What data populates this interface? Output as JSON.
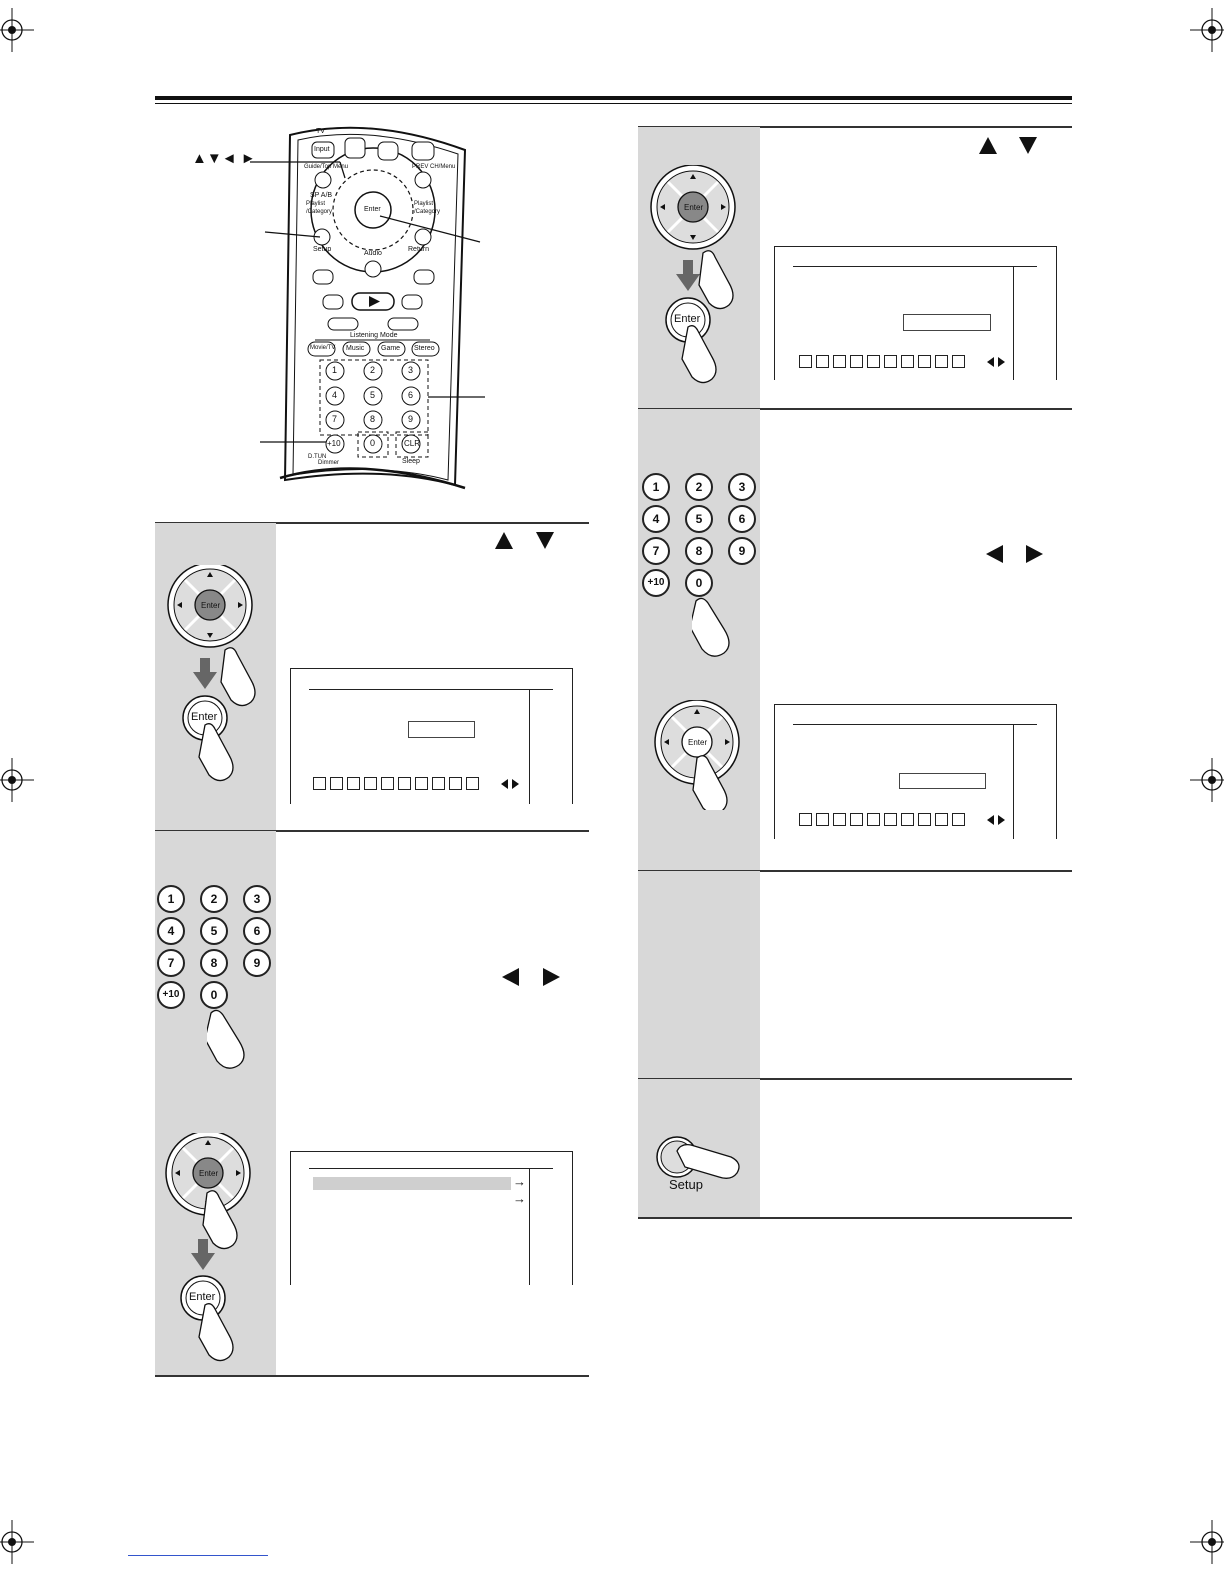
{
  "remote": {
    "keys": {
      "tv": "TV",
      "input": "Input",
      "guide_menu": "Guide/Top Menu",
      "prev_ch_menu": "PREV CH/Menu",
      "sp_ab": "SP A/B",
      "playlist_category_left": "Playlist /Category",
      "playlist_category_right": "Playlist /Category",
      "enter": "Enter",
      "setup": "Setup",
      "return": "Return",
      "audio": "Audio",
      "listening_mode": "Listening Mode",
      "movie_tv": "Movie/TV",
      "music": "Music",
      "game": "Game",
      "stereo": "Stereo",
      "d_tun": "D.TUN",
      "dimmer": "Dimmer",
      "clr": "CLR",
      "sleep": "Sleep",
      "plus10": "+10",
      "digits": [
        "1",
        "2",
        "3",
        "4",
        "5",
        "6",
        "7",
        "8",
        "9",
        "0"
      ]
    },
    "callout_arrows_label": "▲▼◄ ►"
  },
  "step_illustrations": {
    "enter_label": "Enter",
    "setup_label": "Setup",
    "keypad": [
      "1",
      "2",
      "3",
      "4",
      "5",
      "6",
      "7",
      "8",
      "9",
      "+10",
      "0"
    ]
  }
}
